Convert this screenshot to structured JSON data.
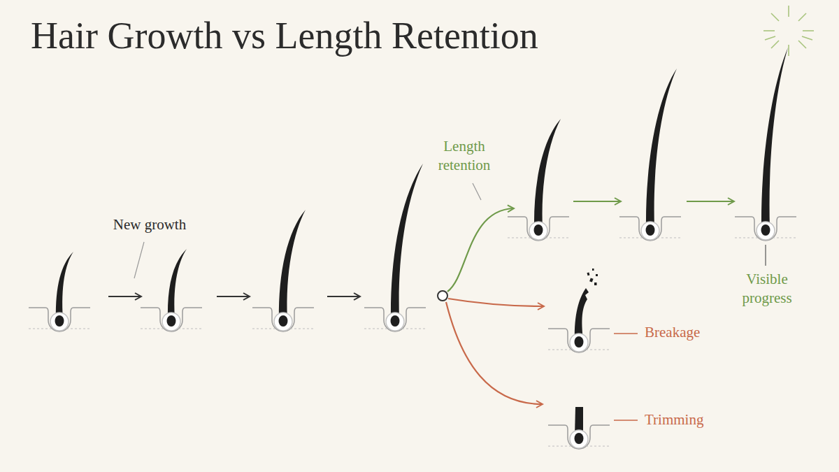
{
  "diagram": {
    "title": "Hair Growth vs Length Retention",
    "labels": [
      "New growth",
      "Length retention",
      "Visible progress",
      "Breakage",
      "Trimming"
    ]
  }
}
